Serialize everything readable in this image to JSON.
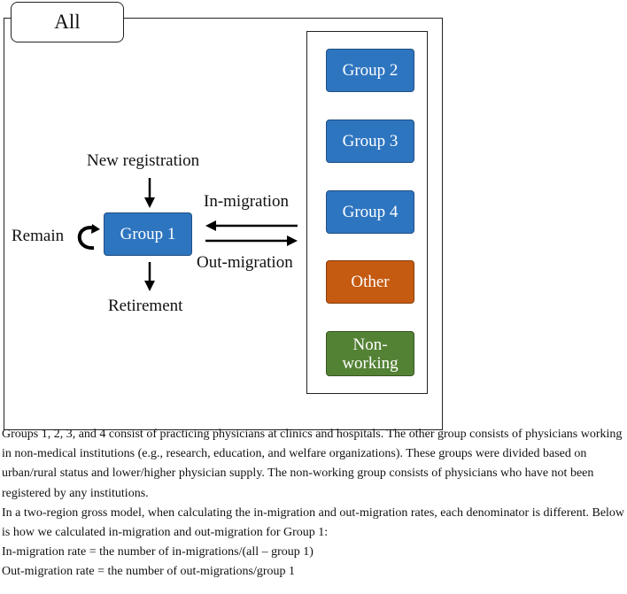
{
  "diagram": {
    "all_label": "All",
    "group1_label": "Group 1",
    "new_registration_label": "New registration",
    "retirement_label": "Retirement",
    "remain_label": "Remain",
    "in_migration_label": "In-migration",
    "out_migration_label": "Out-migration",
    "right_groups": [
      {
        "label": "Group 2",
        "color": "#2e75c0"
      },
      {
        "label": "Group 3",
        "color": "#2e75c0"
      },
      {
        "label": "Group 4",
        "color": "#2e75c0"
      },
      {
        "label": "Other",
        "color": "#c55a11"
      },
      {
        "label": "Non-working",
        "color": "#548235"
      }
    ]
  },
  "caption": {
    "paragraph1": "Groups 1, 2, 3, and 4 consist of practicing physicians at clinics and hospitals. The other group consists of physicians working in non-medical institutions (e.g., research, education, and welfare organizations). These groups were divided based on urban/rural status and lower/higher physician supply. The non-working group consists of physicians who have not been registered by any institutions.",
    "paragraph2": "In a two-region gross model, when calculating the in-migration and out-migration rates, each denominator is different. Below is how we calculated in-migration and out-migration for Group 1:",
    "formula_in": "In-migration rate = the number of in-migrations/(all – group 1)",
    "formula_out": "Out-migration rate = the number of out-migrations/group 1"
  }
}
